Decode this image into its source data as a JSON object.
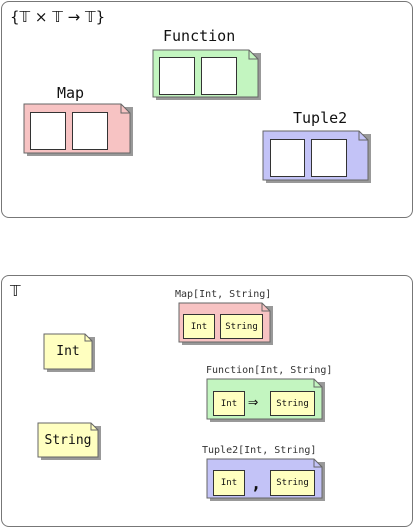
{
  "top_panel": {
    "title": "{𝕋 × 𝕋 → 𝕋}",
    "constructors": [
      {
        "label": "Function",
        "color": "#c3f5c0"
      },
      {
        "label": "Map",
        "color": "#f7c3c3"
      },
      {
        "label": "Tuple2",
        "color": "#c3c3f7"
      }
    ]
  },
  "bottom_panel": {
    "title": "𝕋",
    "base_types": [
      "Int",
      "String"
    ],
    "type_color": "#ffffc0",
    "applied": [
      {
        "label": "Map[Int, String]",
        "args": [
          "Int",
          "String"
        ],
        "separator": "",
        "color": "#f7c3c3"
      },
      {
        "label": "Function[Int, String]",
        "args": [
          "Int",
          "String"
        ],
        "separator": "⇒",
        "color": "#c3f5c0"
      },
      {
        "label": "Tuple2[Int, String]",
        "args": [
          "Int",
          "String"
        ],
        "separator": ",",
        "color": "#c3c3f7"
      }
    ]
  }
}
